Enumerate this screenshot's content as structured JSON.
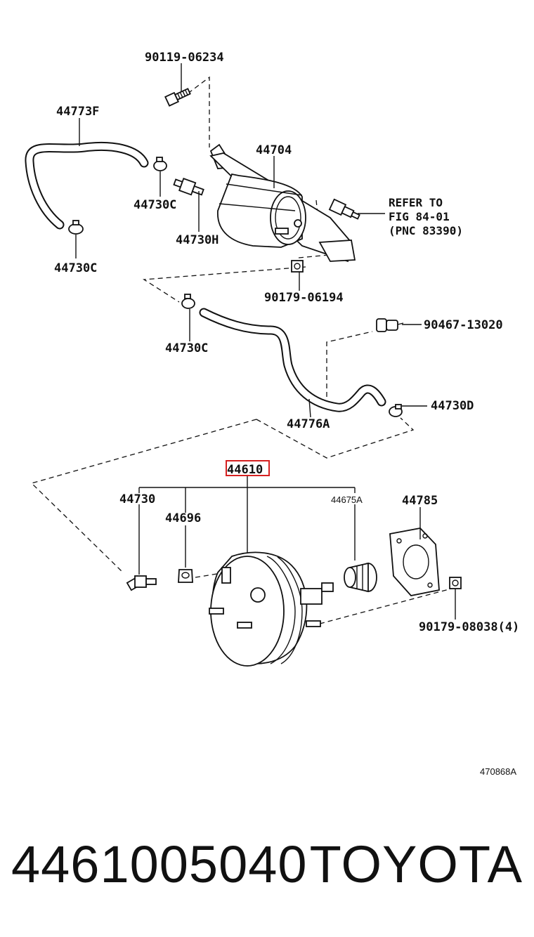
{
  "diagram": {
    "labels": {
      "bolt_top": "90119-06234",
      "hose_upper": "44773F",
      "reservoir": "44704",
      "clamp_upper_mid": "44730C",
      "refer_line1": "REFER TO",
      "refer_line2": "FIG 84-01",
      "refer_line3": "(PNC 83390)",
      "clamp_upper_left": "44730C",
      "connector": "44730H",
      "nut_reservoir": "90179-06194",
      "clamp_lower_left": "44730C",
      "clip": "90467-13020",
      "clamp_lower_right": "44730D",
      "hose_lower": "44776A",
      "booster_assy": "44610",
      "check_valve": "44730",
      "grommet": "44696",
      "boot": "44675A",
      "gasket": "44785",
      "nut_booster": "90179-08038(4)",
      "figure_code": "470868A"
    },
    "highlight_color": "#d62020"
  },
  "footer": {
    "part_number": "4461005040",
    "brand": "TOYOTA"
  }
}
